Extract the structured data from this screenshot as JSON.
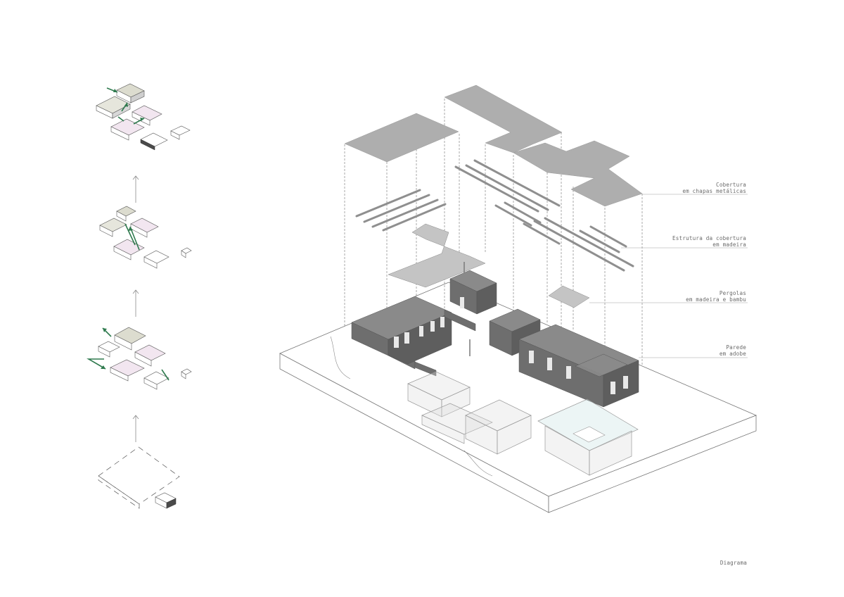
{
  "labels": {
    "cobertura_line1": "Cobertura",
    "cobertura_line2": "em chapas metálicas",
    "estrutura_line1": "Estrutura da cobertura",
    "estrutura_line2": "em madeira",
    "pergolas_line1": "Pergolas",
    "pergolas_line2": "em madeira e bambu",
    "parede_line1": "Parede",
    "parede_line2": "em adobe",
    "caption": "Diagrama"
  },
  "colors": {
    "roof": "#aeaeae",
    "wall": "#6e6e6e",
    "mass_beige": "#dcdccf",
    "mass_pink": "#f2e6f0",
    "flow_arrow": "#2f7a4e"
  }
}
